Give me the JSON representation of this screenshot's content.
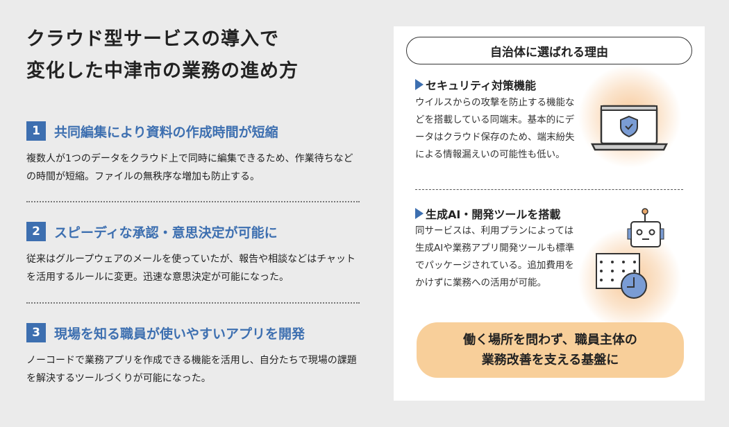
{
  "title": [
    "クラウド型サービスの導入で",
    "変化した中津市の業務の進め方"
  ],
  "sections": [
    {
      "num": "1",
      "title": "共同編集により資料の作成時間が短縮",
      "body": "複数人が1つのデータをクラウド上で同時に編集できるため、作業待ちなどの時間が短縮。ファイルの無秩序な増加も防止する。"
    },
    {
      "num": "2",
      "title": "スピーディな承認・意思決定が可能に",
      "body": "従来はグループウェアのメールを使っていたが、報告や相談などはチャットを活用するルールに変更。迅速な意思決定が可能になった。"
    },
    {
      "num": "3",
      "title": "現場を知る職員が使いやすいアプリを開発",
      "body": "ノーコードで業務アプリを作成できる機能を活用し、自分たちで現場の課題を解決するツールづくりが可能になった。"
    }
  ],
  "panel": {
    "heading": "自治体に選ばれる理由",
    "reasons": [
      {
        "title": "セキュリティ対策機能",
        "body": "ウイルスからの攻撃を防止する機能などを搭載している同端末。基本的にデータはクラウド保存のため、端末紛失による情報漏えいの可能性も低い。",
        "icon": "laptop-shield-icon"
      },
      {
        "title": "生成AI・開発ツールを搭載",
        "body": "同サービスは、利用プランによっては生成AIや業務アプリ開発ツールも標準でパッケージされている。追加費用をかけずに業務への活用が可能。",
        "icon": "robot-calendar-icon"
      }
    ],
    "conclusion": [
      "働く場所を問わず、職員主体の",
      "業務改善を支える基盤に"
    ]
  },
  "colors": {
    "accent": "#3d6fb0",
    "highlight": "#f8cf9a"
  }
}
